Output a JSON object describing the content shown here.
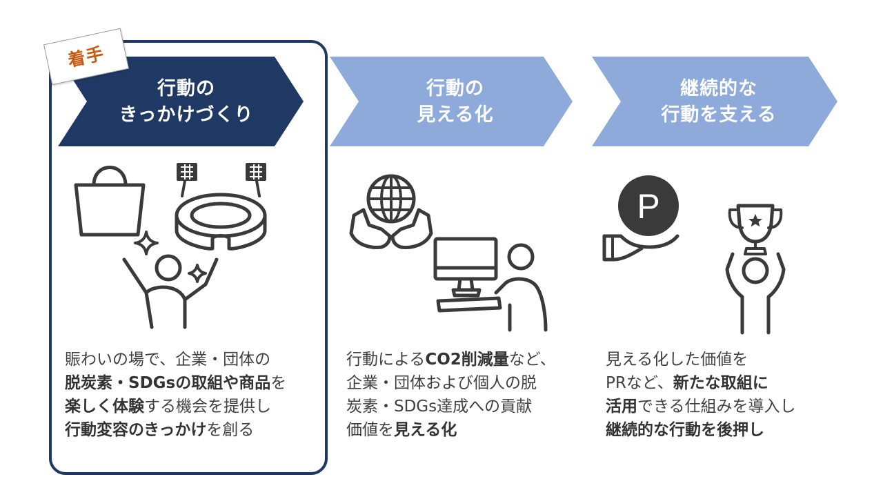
{
  "badge": {
    "label": "着手"
  },
  "colors": {
    "active_step": "#1f3864",
    "inactive_step": "#8eaadb",
    "badge_text": "#c55a11",
    "frame": "#1f3864"
  },
  "steps": [
    {
      "title_lines": [
        "行動の",
        "きっかけづくり"
      ],
      "icons": [
        "shopping-bag-icon",
        "stadium-icon",
        "cheering-person-icon",
        "sparkle-icon"
      ],
      "desc": [
        [
          "賑わいの場で、企業・団体の"
        ],
        [
          "脱炭素・SDGsの取組や商品",
          "を"
        ],
        [
          "楽しく体験",
          "する機会を提供し"
        ],
        [
          "行動変容のきっかけ",
          "を創る"
        ]
      ]
    },
    {
      "title_lines": [
        "行動の",
        "見える化"
      ],
      "icons": [
        "globe-in-hands-icon",
        "person-at-computer-icon"
      ],
      "desc": [
        [
          "行動による",
          "CO2削減量",
          "など、"
        ],
        [
          "企業・団体および個人の脱"
        ],
        [
          "炭素・SDGs達成への貢献"
        ],
        [
          "価値を",
          "見える化"
        ]
      ]
    },
    {
      "title_lines": [
        "継続的な",
        "行動を支える"
      ],
      "icons": [
        "points-coin-in-hand-icon",
        "trophy-winner-icon"
      ],
      "desc": [
        [
          "見える化した価値を"
        ],
        [
          "PRなど、",
          "新たな取組に"
        ],
        [
          "活用",
          "できる仕組みを導入し"
        ],
        [
          "継続的な行動を後押し"
        ]
      ],
      "coin_letter": "P"
    }
  ]
}
